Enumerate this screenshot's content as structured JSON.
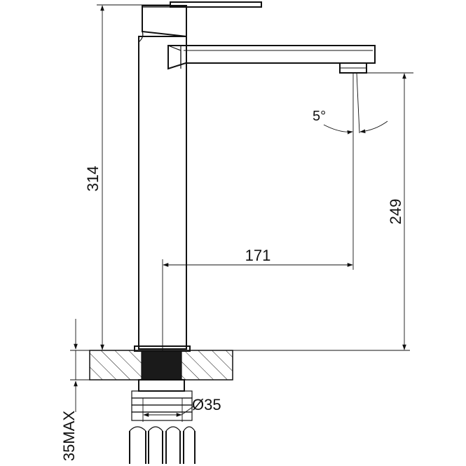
{
  "drawing": {
    "subject": "faucet",
    "dimensions": {
      "total_height": "314",
      "spout_height": "249",
      "spout_reach": "171",
      "spout_angle": "5°",
      "hose_diameter": "Ø35",
      "max_counter_thickness": "35MAX"
    }
  }
}
